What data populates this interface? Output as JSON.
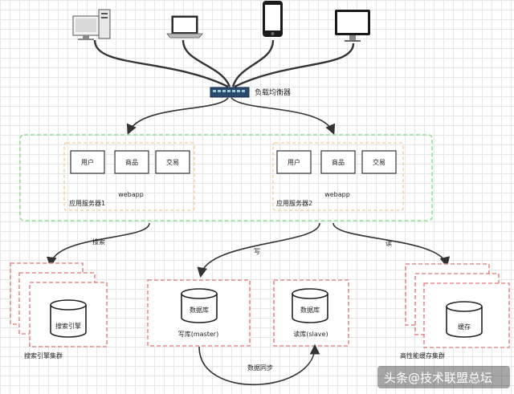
{
  "load_balancer": {
    "label": "负载均衡器"
  },
  "server1": {
    "modules": [
      "用户",
      "商品",
      "交易"
    ],
    "webapp_label": "webapp",
    "name": "应用服务器1"
  },
  "server2": {
    "modules": [
      "用户",
      "商品",
      "交易"
    ],
    "webapp_label": "webapp",
    "name": "应用服务器2"
  },
  "edges": {
    "search": "搜索",
    "write": "写",
    "read": "读",
    "sync": "数据同步"
  },
  "search_cluster": {
    "node_label": "搜索引擎",
    "name": "搜索引擎集群"
  },
  "write_db": {
    "node_label": "数据库",
    "name": "写库(master)"
  },
  "read_db": {
    "node_label": "数据库",
    "name": "读库(slave)"
  },
  "cache_cluster": {
    "node_label": "缓存",
    "name": "高性能缓存集群"
  },
  "watermark": "头条@技术联盟总坛"
}
